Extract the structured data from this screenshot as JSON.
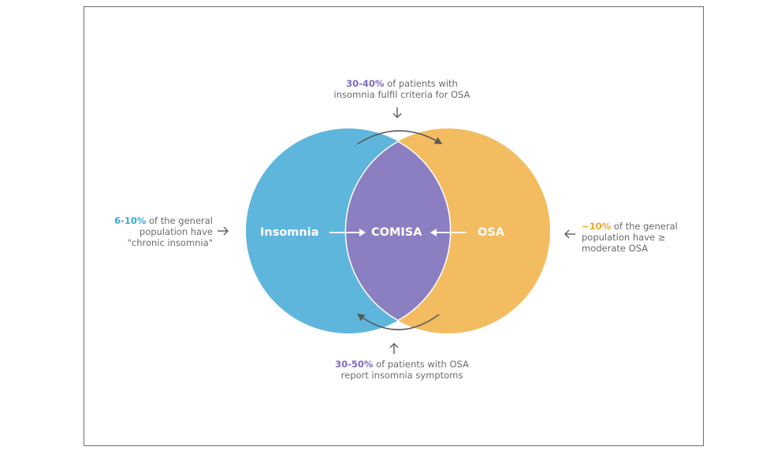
{
  "diagram": {
    "type": "venn",
    "sets": [
      {
        "id": "insomnia",
        "label": "Insomnia",
        "color": "#5fb6dc"
      },
      {
        "id": "osa",
        "label": "OSA",
        "color": "#f3bc60"
      }
    ],
    "intersection": {
      "label": "COMISA",
      "color": "#8b7fc1"
    },
    "annotations": {
      "top": {
        "highlight": "30-40%",
        "line1_rest": " of patients with",
        "line2": "insomnia fulfil criteria for OSA",
        "highlight_color": "#7a6cc4"
      },
      "bottom": {
        "highlight": "30-50%",
        "line1_rest": " of patients with OSA",
        "line2": "report insomnia symptoms",
        "highlight_color": "#7a6cc4"
      },
      "left": {
        "highlight": "6-10%",
        "line1_rest": " of the general",
        "line2": "population have",
        "line3": "\"chronic insomnia\"",
        "highlight_color": "#3fa8d6"
      },
      "right": {
        "highlight": "~10%",
        "line1_rest": " of the general",
        "line2": "population have ≥",
        "line3": "moderate OSA",
        "highlight_color": "#eda531"
      }
    },
    "text_color": "#6b6b6b",
    "arrow_color": "#5a5a5a"
  }
}
